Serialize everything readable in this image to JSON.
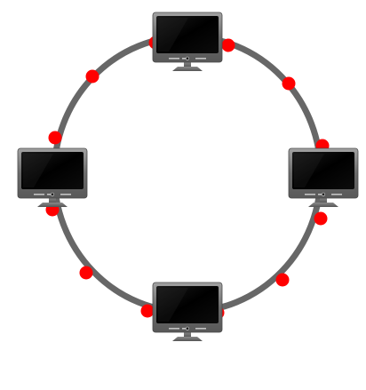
{
  "diagram": {
    "type": "ring-network-topology",
    "node_icon": "monitor-icon",
    "connection_icon": "token-dot-icon",
    "colors": {
      "background": "#ffffff",
      "ring": "#676767",
      "dot": "#ff0000",
      "monitor_frame": "#6b6b6b",
      "monitor_frame_light": "#9a9a9a",
      "screen": "#000000",
      "screen_shine": "#2b2b2b",
      "stand": "#6e6e6e",
      "led": "#dddddd"
    },
    "nodes": [
      {
        "id": "top"
      },
      {
        "id": "right"
      },
      {
        "id": "bottom"
      },
      {
        "id": "left"
      }
    ],
    "dot_count": 12
  }
}
